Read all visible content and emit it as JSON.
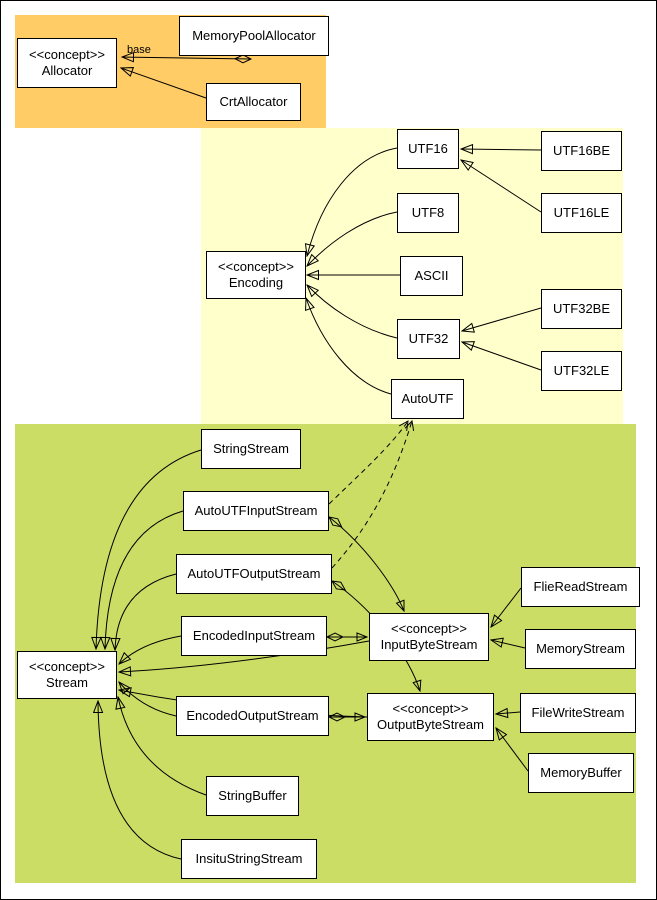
{
  "diagram": {
    "edge_labels": {
      "base": "base"
    },
    "colors": {
      "allocator_region": "#FFCC66",
      "encoding_region": "#FFFFCC",
      "stream_region": "#CCDD66",
      "node_background": "#FFFFFF",
      "line": "#000000"
    },
    "nodes": {
      "allocator": {
        "stereotype": "<<concept>>",
        "name": "Allocator"
      },
      "memory_pool_allocator": {
        "name": "MemoryPoolAllocator"
      },
      "crt_allocator": {
        "name": "CrtAllocator"
      },
      "encoding": {
        "stereotype": "<<concept>>",
        "name": "Encoding"
      },
      "utf16": {
        "name": "UTF16"
      },
      "utf8": {
        "name": "UTF8"
      },
      "ascii": {
        "name": "ASCII"
      },
      "utf32": {
        "name": "UTF32"
      },
      "autoutf": {
        "name": "AutoUTF"
      },
      "utf16be": {
        "name": "UTF16BE"
      },
      "utf16le": {
        "name": "UTF16LE"
      },
      "utf32be": {
        "name": "UTF32BE"
      },
      "utf32le": {
        "name": "UTF32LE"
      },
      "string_stream": {
        "name": "StringStream"
      },
      "autoutf_input_stream": {
        "name": "AutoUTFInputStream"
      },
      "autoutf_output_stream": {
        "name": "AutoUTFOutputStream"
      },
      "encoded_input_stream": {
        "name": "EncodedInputStream"
      },
      "stream": {
        "stereotype": "<<concept>>",
        "name": "Stream"
      },
      "encoded_output_stream": {
        "name": "EncodedOutputStream"
      },
      "string_buffer": {
        "name": "StringBuffer"
      },
      "insitu_string_stream": {
        "name": "InsituStringStream"
      },
      "input_byte_stream": {
        "stereotype": "<<concept>>",
        "name": "InputByteStream"
      },
      "output_byte_stream": {
        "stereotype": "<<concept>>",
        "name": "OutputByteStream"
      },
      "file_read_stream": {
        "name": "FlieReadStream"
      },
      "memory_stream": {
        "name": "MemoryStream"
      },
      "file_write_stream": {
        "name": "FileWriteStream"
      },
      "memory_buffer": {
        "name": "MemoryBuffer"
      }
    }
  }
}
